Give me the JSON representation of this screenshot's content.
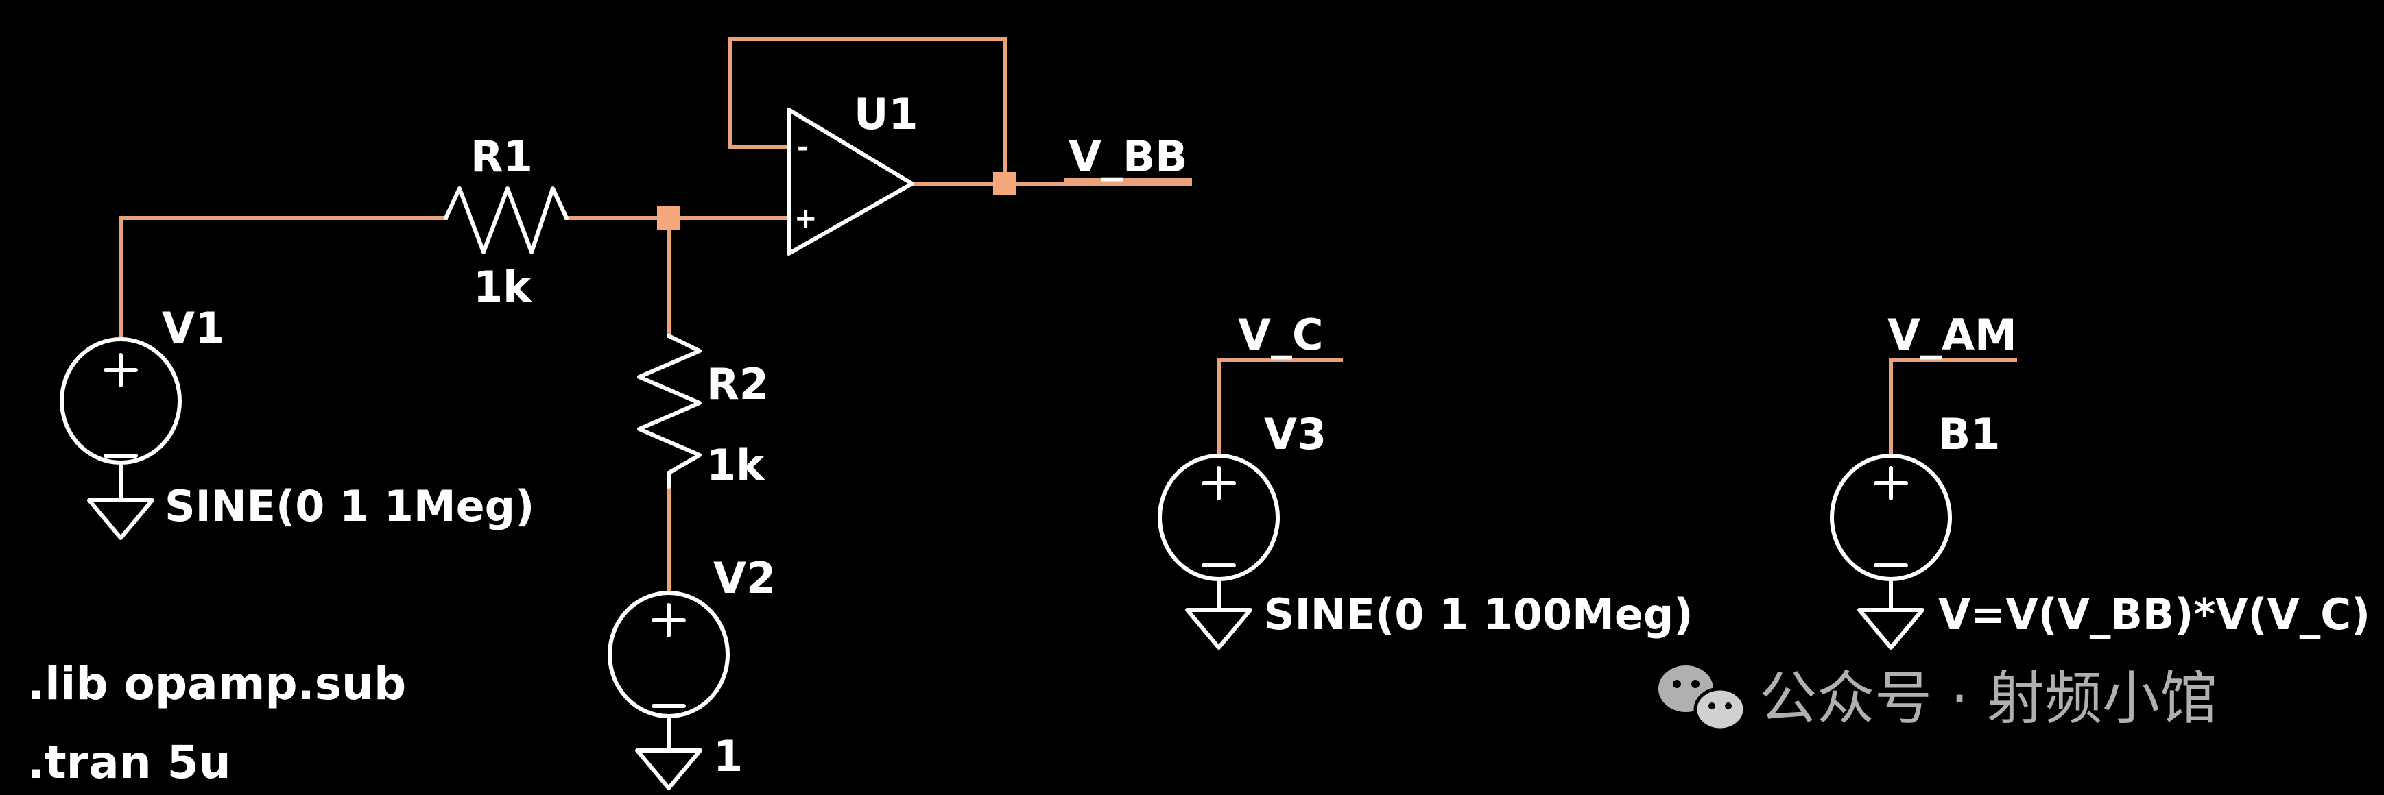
{
  "colors": {
    "background": "#000000",
    "wire": "#e9a27a",
    "junction": "#f7a87a",
    "symbol": "#ffffff",
    "watermark": "#b0b0b0"
  },
  "components": {
    "r1": {
      "name": "R1",
      "value": "1k"
    },
    "r2": {
      "name": "R2",
      "value": "1k"
    },
    "u1": {
      "name": "U1",
      "pin_minus": "-",
      "pin_plus": "+"
    },
    "v1": {
      "name": "V1",
      "value": "SINE(0 1 1Meg)"
    },
    "v2": {
      "name": "V2",
      "value": "1"
    },
    "v3": {
      "name": "V3",
      "value": "SINE(0 1 100Meg)"
    },
    "b1": {
      "name": "B1",
      "value": "V=V(V_BB)*V(V_C)"
    }
  },
  "nets": {
    "v_bb": "V_BB",
    "v_c": "V_C",
    "v_am": "V_AM"
  },
  "directives": [
    ".lib opamp.sub",
    ".tran 5u"
  ],
  "watermark": {
    "icon": "wechat-icon",
    "text": "公众号 · 射频小馆"
  }
}
